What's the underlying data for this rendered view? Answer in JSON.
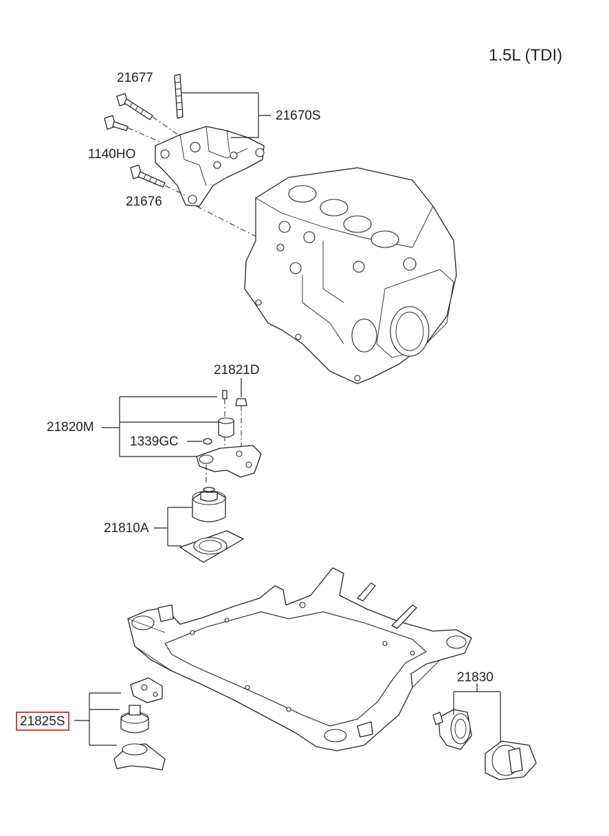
{
  "title": "1.5L (TDI)",
  "callouts": [
    {
      "id": "21677",
      "text": "21677"
    },
    {
      "id": "21670S",
      "text": "21670S"
    },
    {
      "id": "1140HO",
      "text": "1140HO"
    },
    {
      "id": "21676",
      "text": "21676"
    },
    {
      "id": "21821D",
      "text": "21821D"
    },
    {
      "id": "21820M",
      "text": "21820M"
    },
    {
      "id": "1339GC",
      "text": "1339GC"
    },
    {
      "id": "21810A",
      "text": "21810A"
    },
    {
      "id": "21830",
      "text": "21830"
    },
    {
      "id": "21825S",
      "text": "21825S",
      "highlighted": true
    }
  ],
  "highlight_color": "#e23a3a",
  "line_color": "#222222"
}
